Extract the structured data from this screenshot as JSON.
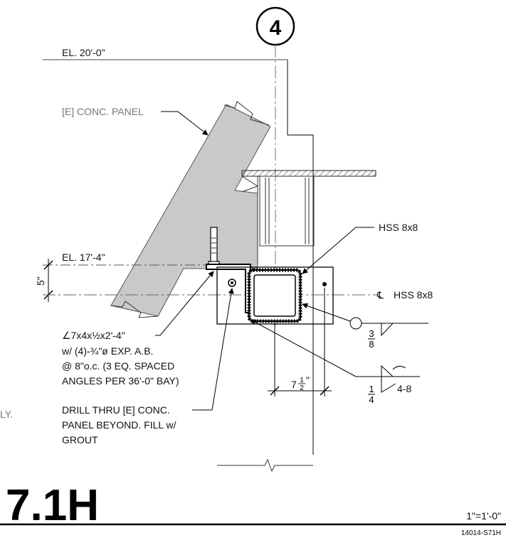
{
  "grid": {
    "number": "4"
  },
  "elevations": {
    "top": "EL. 20'-0\"",
    "mid": "EL. 17'-4\""
  },
  "labels": {
    "panel": "[E] CONC. PANEL",
    "hss": "HSS 8x8",
    "hss_cl": "HSS 8x8",
    "cl_symbol": "℄",
    "dim_5": "5\"",
    "dim_7": "7",
    "dim_frac_num": "1",
    "dim_frac_den": "2",
    "dim_in": "\"",
    "weld_top_num": "3",
    "weld_top_den": "8",
    "weld_bot_num": "1",
    "weld_bot_den": "4",
    "weld_bot_pitch": "4-8",
    "ly_fragment": "LY."
  },
  "notes": {
    "angle": [
      "∠7x4x½x2'-4\"",
      "w/ (4)-¾\"ø EXP. A.B.",
      "@ 8\"o.c. (3 EQ. SPACED",
      "ANGLES PER 36'-0\" BAY)"
    ],
    "drill": [
      "DRILL THRU [E] CONC.",
      "PANEL BEYOND. FILL w/",
      "GROUT"
    ]
  },
  "title": {
    "detail": "7.1H",
    "scale": "1\"=1'-0\"",
    "sheet": "14014-S71H"
  }
}
